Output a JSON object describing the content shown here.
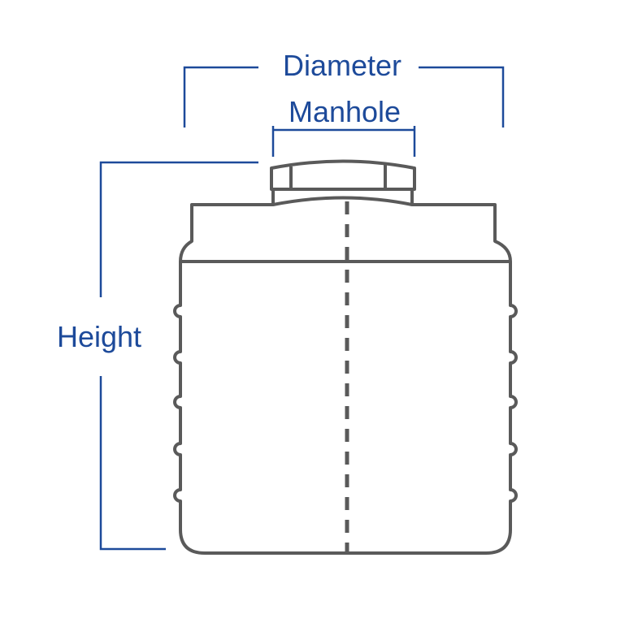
{
  "labels": {
    "diameter": "Diameter",
    "manhole": "Manhole",
    "height": "Height"
  },
  "colors": {
    "dimension": "#1d4a9a",
    "outline": "#5a5a5a"
  }
}
